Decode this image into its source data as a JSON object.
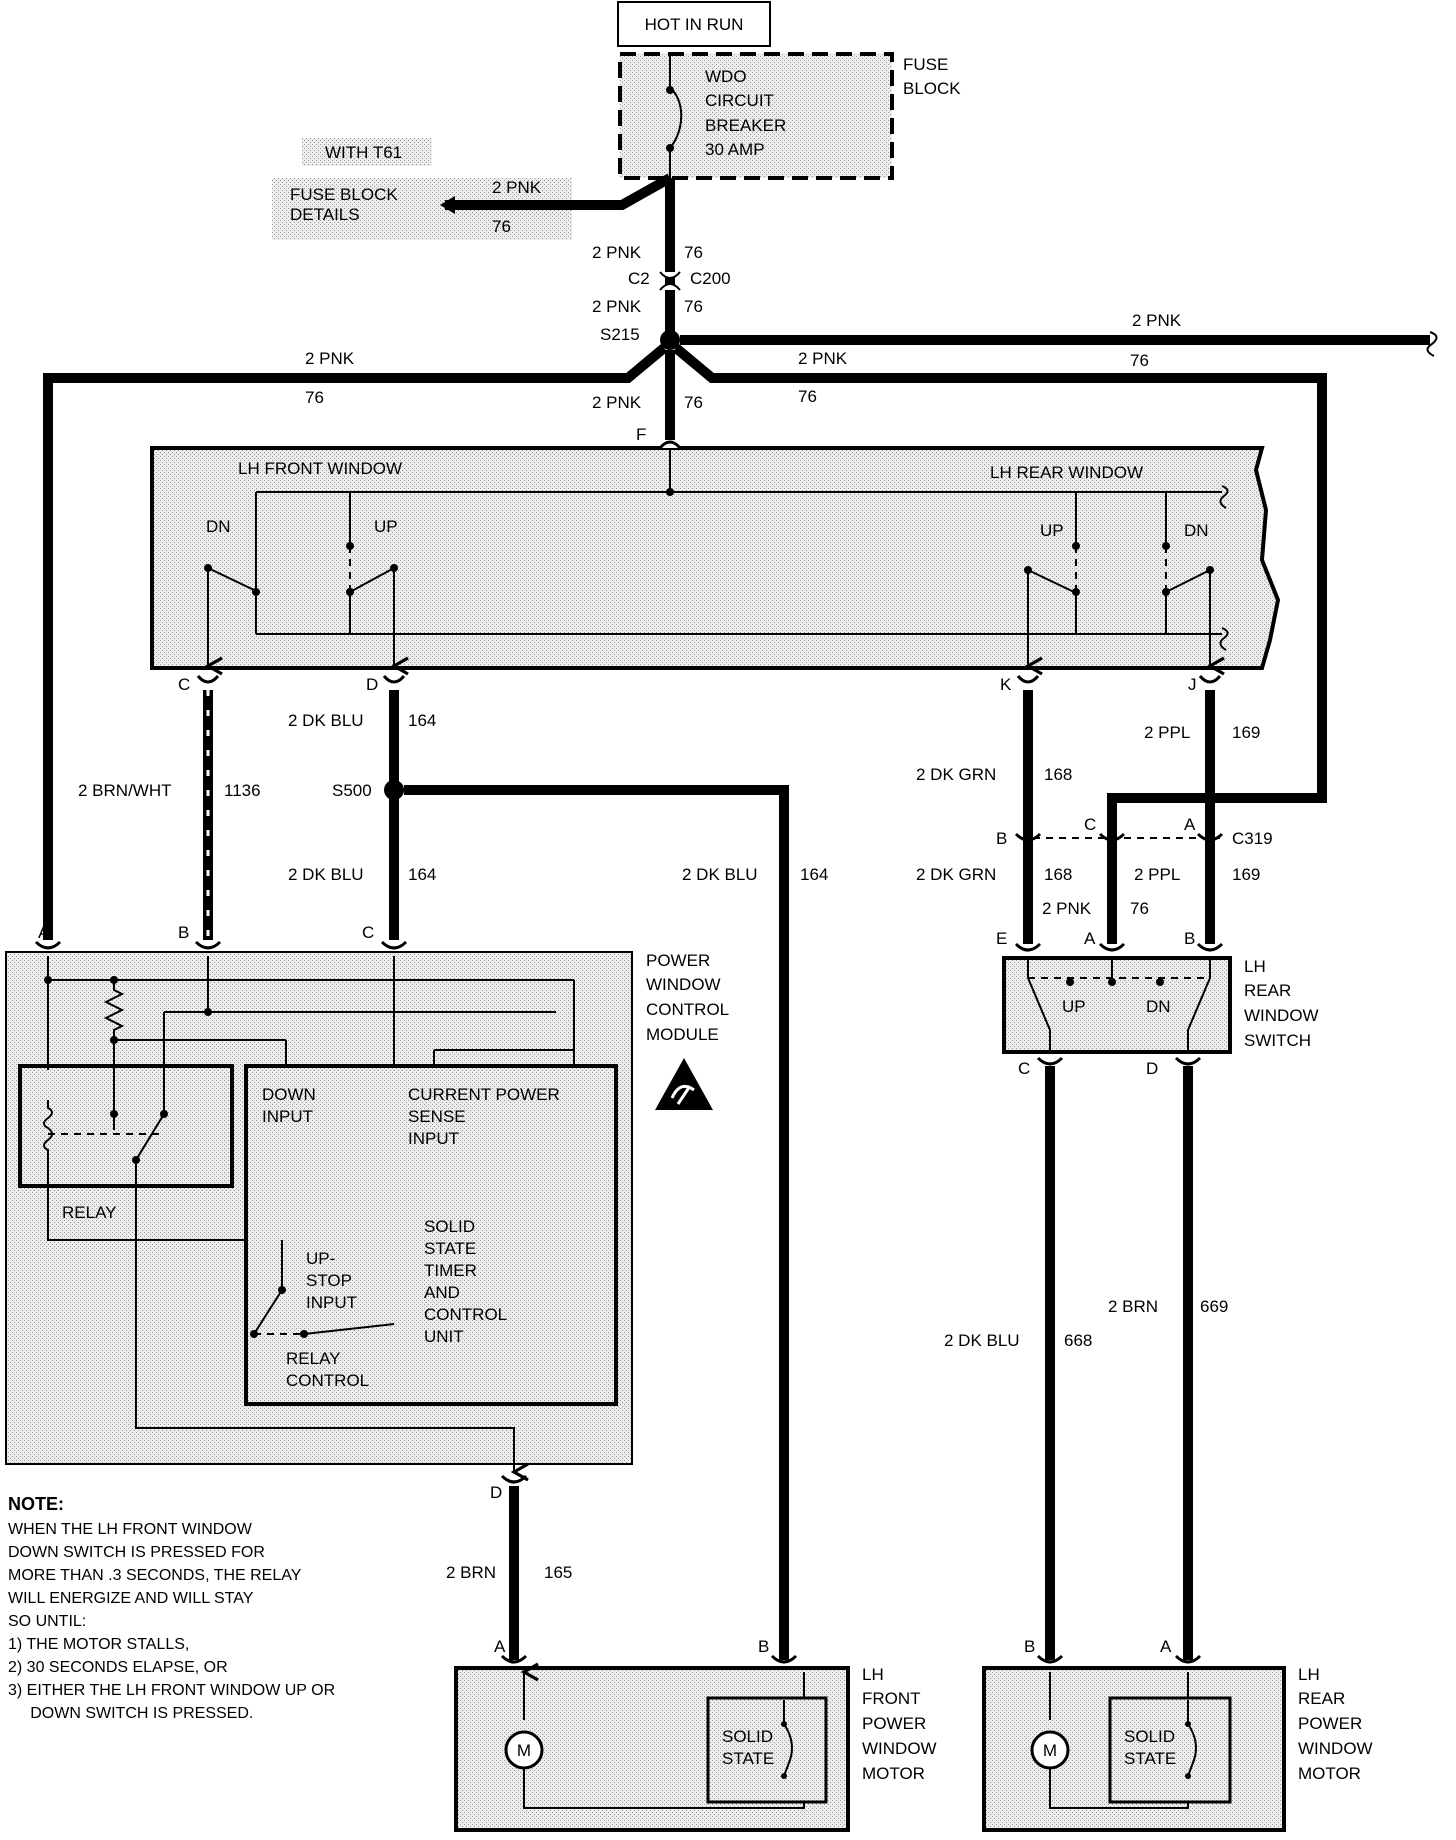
{
  "top": {
    "hot_in_run": "HOT IN RUN",
    "breaker": [
      "WDO",
      "CIRCUIT",
      "BREAKER",
      "30 AMP"
    ],
    "fuse_block": [
      "FUSE",
      "BLOCK"
    ],
    "with_t61": "WITH T61",
    "fuse_block_details": [
      "FUSE BLOCK",
      "DETAILS"
    ]
  },
  "wires": {
    "pnk": "2 PNK",
    "c76": "76",
    "dk_blu": "2 DK BLU",
    "c164": "164",
    "brn_wht": "2 BRN/WHT",
    "c1136": "1136",
    "dk_grn": "2 DK GRN",
    "c168": "168",
    "ppl": "2 PPL",
    "c169": "169",
    "brn": "2 BRN",
    "c165": "165",
    "c668": "668",
    "c669": "669"
  },
  "connectors": {
    "c2": "C2",
    "c200": "C200",
    "s215": "S215",
    "s500": "S500",
    "c319": "C319"
  },
  "pins": {
    "F": "F",
    "C": "C",
    "D": "D",
    "K": "K",
    "J": "J",
    "A": "A",
    "B": "B",
    "E": "E"
  },
  "master_switch": {
    "lh_front": "LH  FRONT  WINDOW",
    "lh_rear": "LH  REAR  WINDOW",
    "dn": "DN",
    "up": "UP"
  },
  "module": {
    "title": [
      "POWER",
      "WINDOW",
      "CONTROL",
      "MODULE"
    ],
    "down_input": [
      "DOWN",
      "INPUT"
    ],
    "current_sense": [
      "CURRENT POWER",
      "SENSE",
      "INPUT"
    ],
    "relay": "RELAY",
    "up_stop": [
      "UP-",
      "STOP",
      "INPUT"
    ],
    "solid_state": [
      "SOLID",
      "STATE",
      "TIMER",
      "AND",
      "CONTROL",
      "UNIT"
    ],
    "relay_control": [
      "RELAY",
      "CONTROL"
    ]
  },
  "rear_switch": {
    "title": [
      "LH",
      "REAR",
      "WINDOW",
      "SWITCH"
    ],
    "up": "UP",
    "dn": "DN"
  },
  "front_motor": {
    "title": [
      "LH",
      "FRONT",
      "POWER",
      "WINDOW",
      "MOTOR"
    ],
    "m": "M",
    "solid": [
      "SOLID",
      "STATE"
    ]
  },
  "rear_motor": {
    "title": [
      "LH",
      "REAR",
      "POWER",
      "WINDOW",
      "MOTOR"
    ],
    "m": "M",
    "solid": [
      "SOLID",
      "STATE"
    ]
  },
  "note": {
    "heading": "NOTE:",
    "lines": [
      "WHEN THE LH FRONT WINDOW",
      "DOWN SWITCH IS PRESSED FOR",
      "MORE THAN .3 SECONDS, THE RELAY",
      "WILL ENERGIZE AND WILL STAY",
      "SO UNTIL:",
      "1) THE MOTOR STALLS,",
      "2) 30 SECONDS ELAPSE, OR",
      "3) EITHER THE LH FRONT WINDOW UP OR",
      "     DOWN SWITCH IS PRESSED."
    ]
  }
}
